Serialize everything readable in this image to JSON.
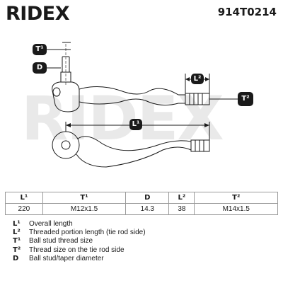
{
  "brand": {
    "name": "RIDEX"
  },
  "part_number": "914T0214",
  "drawing_labels": {
    "t1": "T¹",
    "d": "D",
    "l2": "L²",
    "t2": "T²",
    "l1": "L¹"
  },
  "table": {
    "headers": [
      "L¹",
      "T¹",
      "D",
      "L²",
      "T²"
    ],
    "values": [
      "220",
      "M12x1.5",
      "14.3",
      "38",
      "M14x1.5"
    ]
  },
  "legend": [
    {
      "key": "L¹",
      "text": "Overall length"
    },
    {
      "key": "L²",
      "text": "Threaded portion length (tie rod side)"
    },
    {
      "key": "T¹",
      "text": "Ball stud thread size"
    },
    {
      "key": "T²",
      "text": "Thread size on the tie rod side"
    },
    {
      "key": "D",
      "text": "Ball stud/taper diameter"
    }
  ],
  "colors": {
    "ink": "#1a1a1a",
    "watermark": "#e9e9e9",
    "table_border": "#9a9a9a"
  }
}
